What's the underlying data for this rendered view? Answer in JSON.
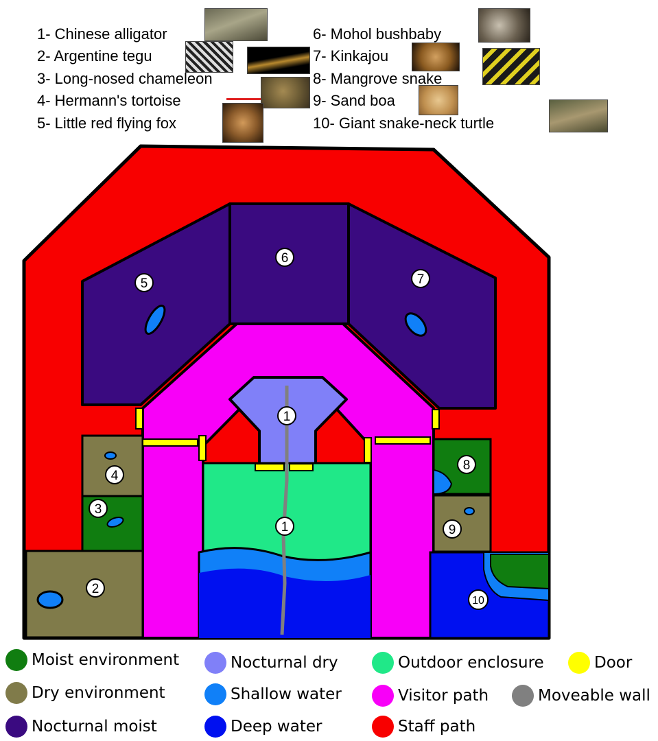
{
  "species_list": [
    {
      "num": "1",
      "name": "Chinese alligator",
      "text": "1- Chinese alligator"
    },
    {
      "num": "2",
      "name": "Argentine tegu",
      "text": "2- Argentine tegu"
    },
    {
      "num": "3",
      "name": "Long-nosed chameleon",
      "text": "3- Long-nosed chameleon"
    },
    {
      "num": "4",
      "name": "Hermann's tortoise",
      "text": "4- Hermann's tortoise"
    },
    {
      "num": "5",
      "name": "Little red flying fox",
      "text": "5- Little red flying fox"
    },
    {
      "num": "6",
      "name": "Mohol bushbaby",
      "text": "6- Mohol bushbaby"
    },
    {
      "num": "7",
      "name": "Kinkajou",
      "text": "7- Kinkajou"
    },
    {
      "num": "8",
      "name": "Mangrove snake",
      "text": "8- Mangrove snake"
    },
    {
      "num": "9",
      "name": "Sand boa",
      "text": "9- Sand boa"
    },
    {
      "num": "10",
      "name": "Giant snake-neck turtle",
      "text": "10- Giant snake-neck turtle"
    }
  ],
  "map_labels": {
    "enclosure_1_nocturnal": "1",
    "enclosure_1_outdoor": "1",
    "enclosure_2": "2",
    "enclosure_3": "3",
    "enclosure_4": "4",
    "enclosure_5": "5",
    "enclosure_6": "6",
    "enclosure_7": "7",
    "enclosure_8": "8",
    "enclosure_9": "9",
    "enclosure_10": "10"
  },
  "legend": [
    {
      "label": "Moist environment",
      "color": "#107d10"
    },
    {
      "label": "Nocturnal dry",
      "color": "#8080f8"
    },
    {
      "label": "Outdoor enclosure",
      "color": "#20e888"
    },
    {
      "label": "Door",
      "color": "#ffff00"
    },
    {
      "label": "Dry environment",
      "color": "#807b4a"
    },
    {
      "label": "Shallow water",
      "color": "#1080f8"
    },
    {
      "label": "Visitor path",
      "color": "#f800f8"
    },
    {
      "label": "Moveable wall",
      "color": "#808080"
    },
    {
      "label": "Nocturnal moist",
      "color": "#3a0a80"
    },
    {
      "label": "Deep water",
      "color": "#0010f0"
    },
    {
      "label": "Staff path",
      "color": "#f80000"
    }
  ]
}
